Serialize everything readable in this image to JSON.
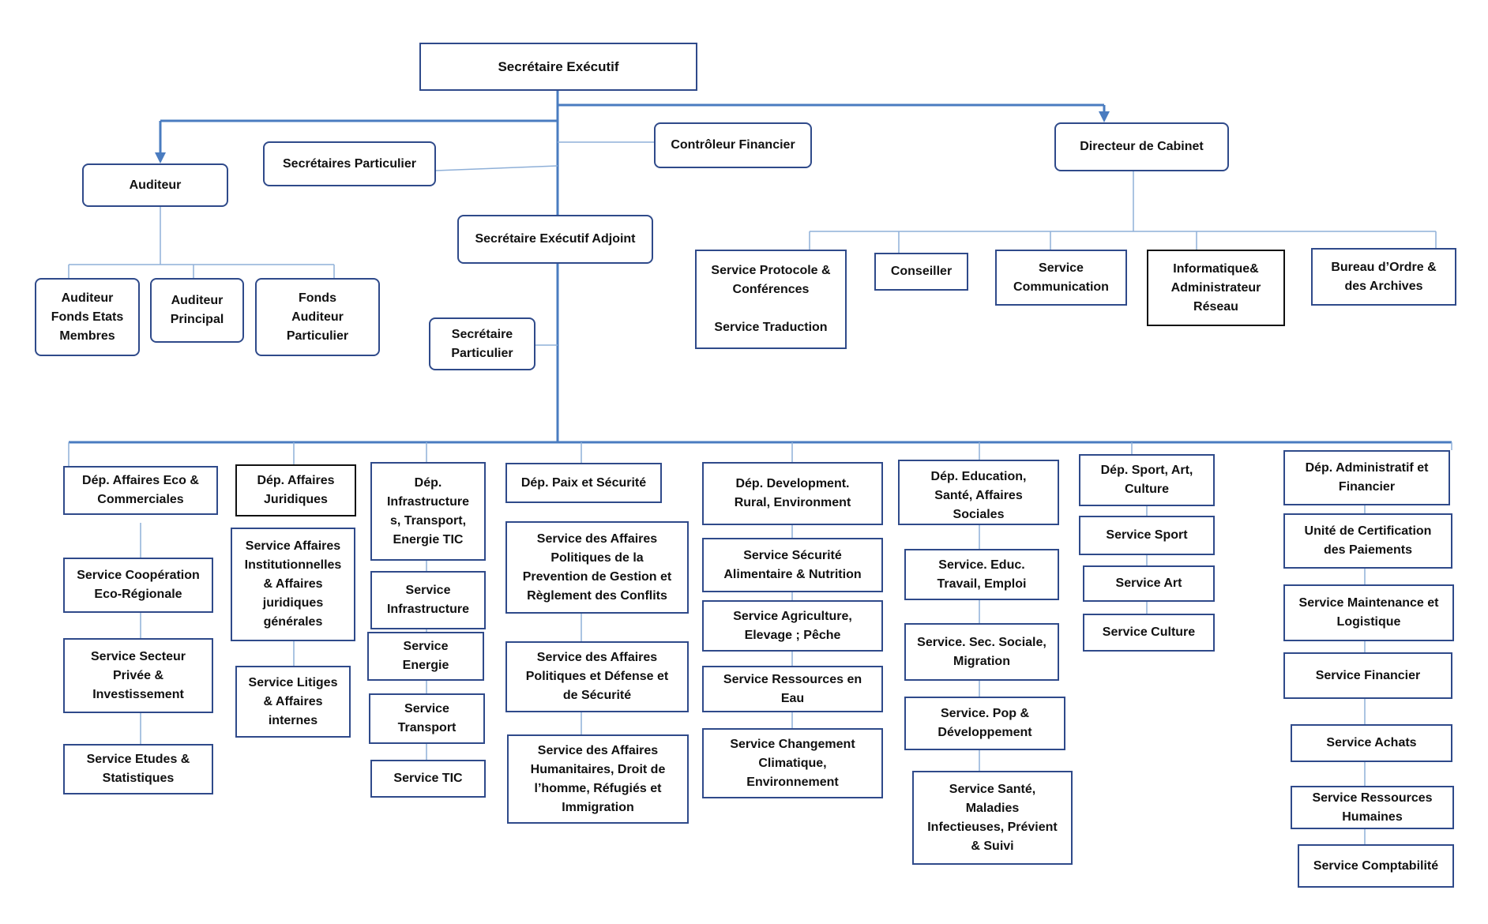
{
  "org": {
    "executive_secretary": "Secrétaire Exécutif",
    "auditor": "Auditeur",
    "private_secretaries": "Secrétaires Particulier",
    "financial_controller": "Contrôleur Financier",
    "chief_of_staff": "Directeur de Cabinet",
    "deputy_executive_secretary": "Secrétaire Exécutif Adjoint",
    "private_secretary": "Secrétaire\nParticulier",
    "auditor_units": [
      "Auditeur\nFonds Etats\nMembres",
      "Auditeur\nPrincipal",
      "Fonds\nAuditeur\nParticulier"
    ],
    "cabinet_units": [
      "Service Protocole &\nConférences\n\nService Traduction",
      "Conseiller",
      "Service\nCommunication",
      "Informatique&\nAdministrateur\nRéseau",
      "Bureau d’Ordre &\ndes Archives"
    ],
    "departments": [
      {
        "name": "Dép. Affaires Eco &\nCommerciales",
        "services": [
          "Service Coopération\nEco-Régionale",
          "Service Secteur\nPrivée &\nInvestissement",
          "Service Etudes &\nStatistiques"
        ]
      },
      {
        "name": "Dép. Affaires\nJuridiques",
        "services": [
          "Service Affaires\nInstitutionnelles\n& Affaires\njuridiques\ngénérales",
          "Service Litiges\n& Affaires\ninternes"
        ]
      },
      {
        "name": "Dép.\nInfrastructure\ns, Transport,\nEnergie TIC",
        "services": [
          "Service\nInfrastructure",
          "Service\nEnergie",
          "Service\nTransport",
          "Service TIC"
        ]
      },
      {
        "name": "Dép. Paix et Sécurité",
        "services": [
          "Service des Affaires\nPolitiques de la\nPrevention de Gestion et\nRèglement des Conflits",
          "Service des Affaires\nPolitiques et Défense et\nde Sécurité",
          "Service des Affaires\nHumanitaires, Droit de\nl’homme, Réfugiés et\nImmigration"
        ]
      },
      {
        "name": "Dép. Development.\nRural, Environment",
        "services": [
          "Service Sécurité\nAlimentaire & Nutrition",
          "Service Agriculture,\nElevage ; Pêche",
          "Service Ressources en\nEau",
          "Service Changement\nClimatique,\nEnvironnement"
        ]
      },
      {
        "name": "Dép. Education,\nSanté, Affaires\nSociales",
        "services": [
          "Service. Educ.\nTravail, Emploi",
          "Service. Sec. Sociale,\nMigration",
          "Service. Pop &\nDéveloppement",
          "Service Santé,\nMaladies\nInfectieuses, Prévient\n& Suivi"
        ]
      },
      {
        "name": "Dép. Sport, Art,\nCulture",
        "services": [
          "Service Sport",
          "Service Art",
          "Service Culture"
        ]
      },
      {
        "name": "Dép. Administratif et\nFinancier",
        "services": [
          "Unité de Certification\ndes Paiements",
          "Service Maintenance et\nLogistique",
          "Service Financier",
          "Service Achats",
          "Service Ressources\nHumaines",
          "Service Comptabilité"
        ]
      }
    ]
  },
  "colors": {
    "line": "#4a7cc0",
    "thin_line": "#8fb0d8",
    "border": "#2f4a8a",
    "dark_border": "#111111"
  }
}
